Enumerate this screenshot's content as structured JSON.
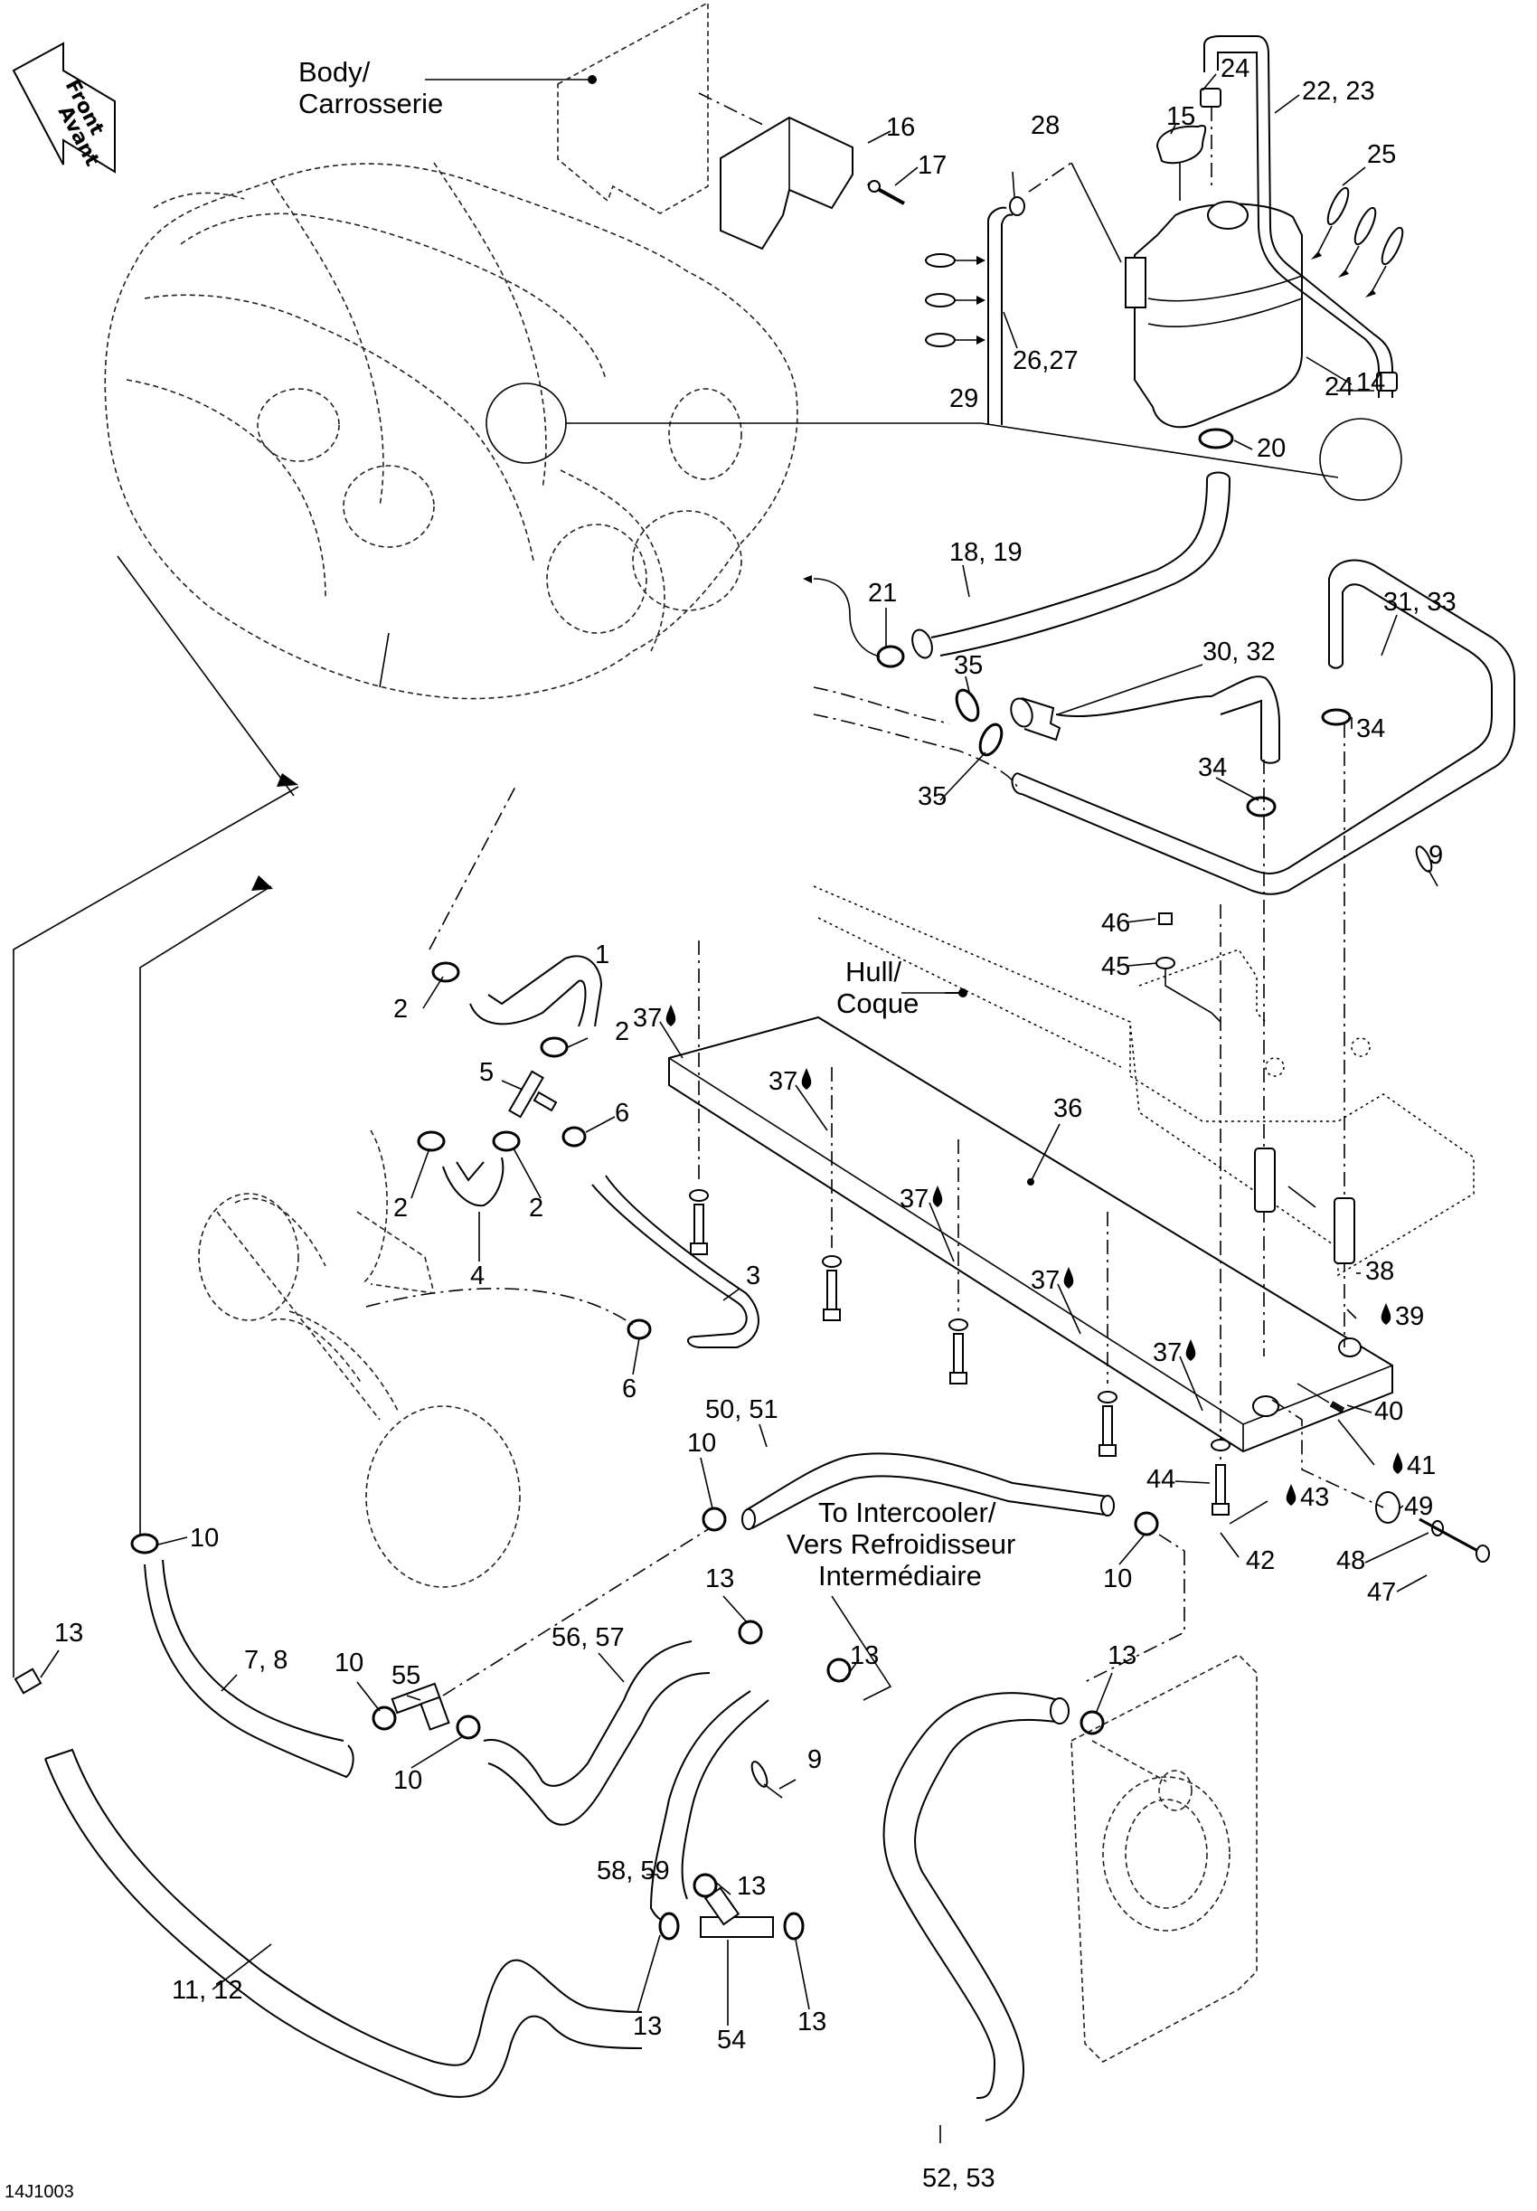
{
  "diagram": {
    "title": "Cooling system exploded parts view",
    "reference_code": "14J1003",
    "orientation_arrow": {
      "line1": "Front",
      "line2": "Avant"
    },
    "notes": {
      "body": {
        "line1": "Body/",
        "line2": "Carrosserie"
      },
      "hull": {
        "line1": "Hull/",
        "line2": "Coque"
      },
      "intercooler": {
        "line1": "To Intercooler/",
        "line2": "Vers Refroidisseur",
        "line3": "Intermédiaire"
      }
    },
    "sealant_symbol": "drop",
    "callouts": [
      {
        "id": "c1",
        "text": "1"
      },
      {
        "id": "c2a",
        "text": "2"
      },
      {
        "id": "c2b",
        "text": "2"
      },
      {
        "id": "c2c",
        "text": "2"
      },
      {
        "id": "c2d",
        "text": "2"
      },
      {
        "id": "c3",
        "text": "3"
      },
      {
        "id": "c4",
        "text": "4"
      },
      {
        "id": "c5",
        "text": "5"
      },
      {
        "id": "c6a",
        "text": "6"
      },
      {
        "id": "c6b",
        "text": "6"
      },
      {
        "id": "c7",
        "text": "7, 8"
      },
      {
        "id": "c9a",
        "text": "9"
      },
      {
        "id": "c9b",
        "text": "9"
      },
      {
        "id": "c10a",
        "text": "10"
      },
      {
        "id": "c10b",
        "text": "10"
      },
      {
        "id": "c10c",
        "text": "10"
      },
      {
        "id": "c10d",
        "text": "10"
      },
      {
        "id": "c10e",
        "text": "10"
      },
      {
        "id": "c11",
        "text": "11, 12"
      },
      {
        "id": "c13a",
        "text": "13"
      },
      {
        "id": "c13b",
        "text": "13"
      },
      {
        "id": "c13c",
        "text": "13"
      },
      {
        "id": "c13d",
        "text": "13"
      },
      {
        "id": "c13e",
        "text": "13"
      },
      {
        "id": "c13f",
        "text": "13"
      },
      {
        "id": "c13g",
        "text": "13"
      },
      {
        "id": "c14",
        "text": "14"
      },
      {
        "id": "c15",
        "text": "15"
      },
      {
        "id": "c16",
        "text": "16"
      },
      {
        "id": "c17",
        "text": "17"
      },
      {
        "id": "c18",
        "text": "18, 19"
      },
      {
        "id": "c20",
        "text": "20"
      },
      {
        "id": "c21",
        "text": "21"
      },
      {
        "id": "c22",
        "text": "22, 23"
      },
      {
        "id": "c24a",
        "text": "24"
      },
      {
        "id": "c24b",
        "text": "24"
      },
      {
        "id": "c25",
        "text": "25"
      },
      {
        "id": "c26",
        "text": "26,27"
      },
      {
        "id": "c28",
        "text": "28"
      },
      {
        "id": "c29",
        "text": "29"
      },
      {
        "id": "c30",
        "text": "30, 32"
      },
      {
        "id": "c31",
        "text": "31, 33"
      },
      {
        "id": "c34a",
        "text": "34"
      },
      {
        "id": "c34b",
        "text": "34"
      },
      {
        "id": "c35a",
        "text": "35"
      },
      {
        "id": "c35b",
        "text": "35"
      },
      {
        "id": "c36",
        "text": "36"
      },
      {
        "id": "c37a",
        "text": "37"
      },
      {
        "id": "c37b",
        "text": "37"
      },
      {
        "id": "c37c",
        "text": "37"
      },
      {
        "id": "c37d",
        "text": "37"
      },
      {
        "id": "c37e",
        "text": "37"
      },
      {
        "id": "c38",
        "text": "38"
      },
      {
        "id": "c39",
        "text": "39"
      },
      {
        "id": "c40",
        "text": "40"
      },
      {
        "id": "c41",
        "text": "41"
      },
      {
        "id": "c42",
        "text": "42"
      },
      {
        "id": "c43",
        "text": "43"
      },
      {
        "id": "c44",
        "text": "44"
      },
      {
        "id": "c45",
        "text": "45"
      },
      {
        "id": "c46",
        "text": "46"
      },
      {
        "id": "c47",
        "text": "47"
      },
      {
        "id": "c48",
        "text": "48"
      },
      {
        "id": "c49",
        "text": "49"
      },
      {
        "id": "c50",
        "text": "50, 51"
      },
      {
        "id": "c52",
        "text": "52, 53"
      },
      {
        "id": "c54",
        "text": "54"
      },
      {
        "id": "c55",
        "text": "55"
      },
      {
        "id": "c56",
        "text": "56, 57"
      },
      {
        "id": "c58",
        "text": "58, 59"
      }
    ]
  }
}
